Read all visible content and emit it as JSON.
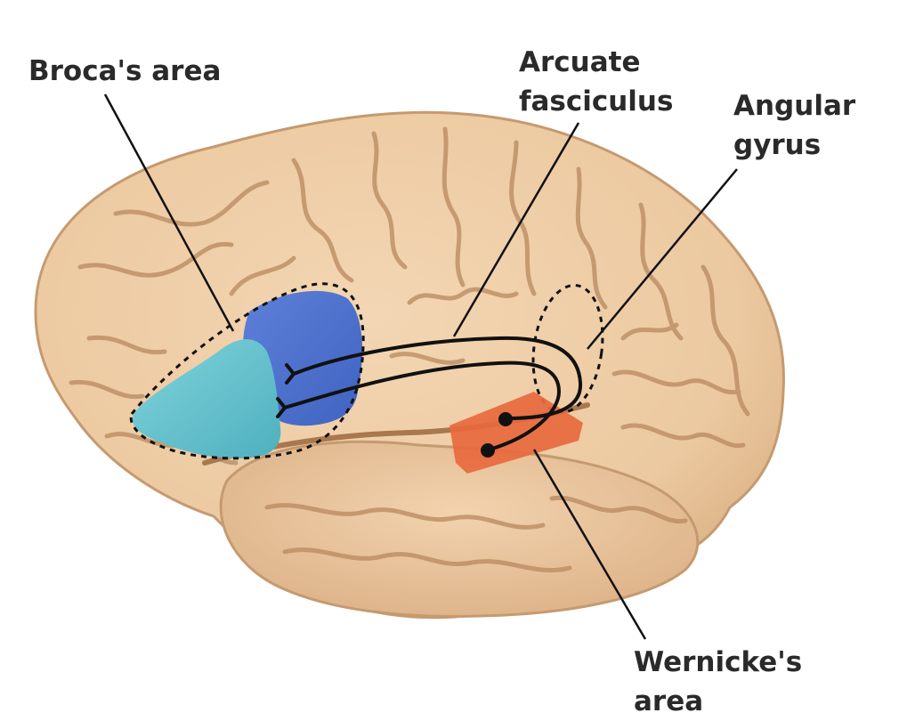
{
  "labels": {
    "broca": [
      "Broca's area"
    ],
    "arcuate": [
      "Arcuate",
      "fasciculus"
    ],
    "angular": [
      "Angular",
      "gyrus"
    ],
    "wernicke": [
      "Wernicke's",
      "area"
    ]
  },
  "colors": {
    "brain_base": "#ecc9a0",
    "brain_shadow": "#c79a72",
    "sulcus": "#b58660",
    "broca_blue": "#4f74cf",
    "broca_teal": "#69c3cf",
    "wernicke_orange": "#e8693e",
    "line": "#111111"
  }
}
